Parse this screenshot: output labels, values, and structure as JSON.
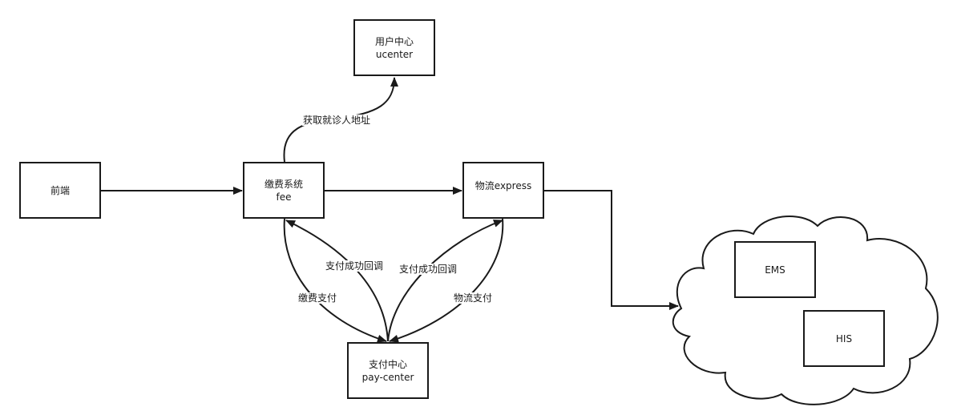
{
  "nodes": {
    "frontend": {
      "line1": "前端"
    },
    "fee": {
      "line1": "缴费系统",
      "line2": "fee"
    },
    "express": {
      "line1": "物流express"
    },
    "ucenter": {
      "line1": "用户中心",
      "line2": "ucenter"
    },
    "paycenter": {
      "line1": "支付中心",
      "line2": "pay-center"
    },
    "ems": {
      "line1": "EMS"
    },
    "his": {
      "line1": "HIS"
    }
  },
  "edges": {
    "fee_to_ucenter": "获取就诊人地址",
    "fee_to_pay": "缴费支付",
    "pay_to_fee": "支付成功回调",
    "pay_to_express": "支付成功回调",
    "express_to_pay": "物流支付"
  },
  "colors": {
    "stroke": "#1a1a1a",
    "background": "#ffffff"
  }
}
